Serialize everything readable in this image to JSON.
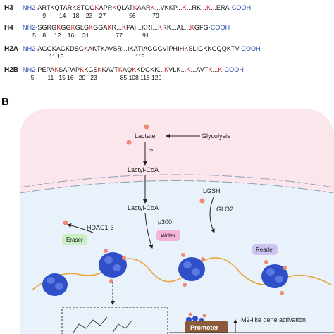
{
  "sequences": [
    {
      "name": "H3",
      "nh2": "NH2-",
      "parts": [
        [
          "ARTKQTAR",
          ""
        ],
        [
          "K",
          "k"
        ],
        [
          "STGG",
          ""
        ],
        [
          "K",
          "k"
        ],
        [
          "APR",
          ""
        ],
        [
          "K",
          "k"
        ],
        [
          "QLAT",
          ""
        ],
        [
          "K",
          "k"
        ],
        [
          "AAR",
          ""
        ],
        [
          "K",
          "k"
        ],
        [
          "...VKKP...",
          ""
        ],
        [
          "K",
          "k"
        ],
        [
          "...RK...",
          ""
        ],
        [
          "K",
          "k"
        ],
        [
          "...ERA-",
          ""
        ]
      ],
      "cooh": "COOH",
      "positions": "            9        14    18    23    27              56          79"
    },
    {
      "name": "H4",
      "nh2": "NH2-",
      "parts": [
        [
          "SGRG",
          ""
        ],
        [
          "K",
          "k"
        ],
        [
          "GG",
          ""
        ],
        [
          "K",
          "k"
        ],
        [
          "GLG",
          ""
        ],
        [
          "K",
          "k"
        ],
        [
          "GGA",
          ""
        ],
        [
          "K",
          "k"
        ],
        [
          "R...",
          ""
        ],
        [
          "K",
          "k"
        ],
        [
          "PAI...KRI...",
          ""
        ],
        [
          "K",
          "k"
        ],
        [
          "RK...AL...",
          ""
        ],
        [
          "K",
          "k"
        ],
        [
          "GFG-",
          ""
        ]
      ],
      "cooh": "COOH",
      "positions": "      5    8     12    16     31                77            91"
    },
    {
      "name": "H2A",
      "nh2": "NH2-",
      "parts": [
        [
          "AGGKAGKDSG",
          ""
        ],
        [
          "K",
          "k"
        ],
        [
          "AKTKAVSR...IKATIAGGGVIPHIH",
          ""
        ],
        [
          "K",
          "k"
        ],
        [
          "SLIGKKGQQKTV-",
          ""
        ]
      ],
      "cooh": "COOH",
      "positions": "                11 13                                           115"
    },
    {
      "name": "H2B",
      "nh2": "NH2-",
      "parts": [
        [
          "PEPA",
          ""
        ],
        [
          "K",
          "k"
        ],
        [
          "SAPAP",
          ""
        ],
        [
          "K",
          "k"
        ],
        [
          "KGS",
          ""
        ],
        [
          "K",
          "k"
        ],
        [
          "KAVT",
          ""
        ],
        [
          "K",
          "k"
        ],
        [
          "AQ",
          ""
        ],
        [
          "K",
          "k"
        ],
        [
          "KDGKK...",
          ""
        ],
        [
          "K",
          "k"
        ],
        [
          "VLK...",
          ""
        ],
        [
          "K",
          "k"
        ],
        [
          "...AVT",
          ""
        ],
        [
          "K",
          "k"
        ],
        [
          "...",
          ""
        ],
        [
          "K",
          "k"
        ],
        [
          "-",
          ""
        ]
      ],
      "cooh": "COOH",
      "positions": "     5        11   15 16   20   23              85 108 116 120"
    }
  ],
  "panel_b": {
    "label": "B",
    "lactate": "Lactate",
    "glycolysis": "Glycolysis",
    "question": "?",
    "lactyl_coa_1": "Lactyl-CoA",
    "lactyl_coa_2": "Lactyl-CoA",
    "lgsh": "LGSH",
    "glo2": "GLO2",
    "hdac": "HDAC1-3",
    "p300": "p300",
    "eraser": "Eraser",
    "writer": "Writer",
    "reader": "Reader",
    "promoter": "Promoter",
    "m2": "M2-like gene activation"
  },
  "colors": {
    "cytoplasm": "#fbe6ec",
    "nucleus": "#e9f1fb",
    "nucleosome": "#2f4fc9",
    "dna": "#e8a23a",
    "lactyl_dot": "#ef8a74",
    "eraser_fill": "#c9f0c4",
    "writer_fill": "#f4b3da",
    "reader_fill": "#cfc3f2",
    "promoter_fill": "#8a5a3a",
    "red": "#d21f1f",
    "blue": "#2a4fb0"
  }
}
